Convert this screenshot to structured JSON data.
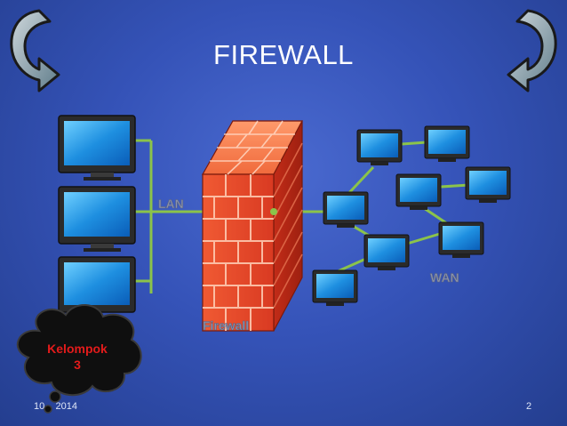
{
  "slide": {
    "title": "FIREWALL",
    "footer_date": "10    2014",
    "page_number": "2"
  },
  "diagram": {
    "lan_label": "LAN",
    "wan_label": "WAN",
    "firewall_label": "Firewall",
    "group_label_line1": "Kelompok",
    "group_label_line2": "3"
  },
  "colors": {
    "background": "#3553b8",
    "link": "#8bc34a",
    "brick": "#e8452a",
    "label_gray": "#8a93ad",
    "group_text": "#e31b1b"
  },
  "icons": [
    "curved-arrow-left-icon",
    "curved-arrow-right-icon",
    "desktop-monitor-icon",
    "brick-firewall-icon",
    "thought-cloud-icon"
  ]
}
